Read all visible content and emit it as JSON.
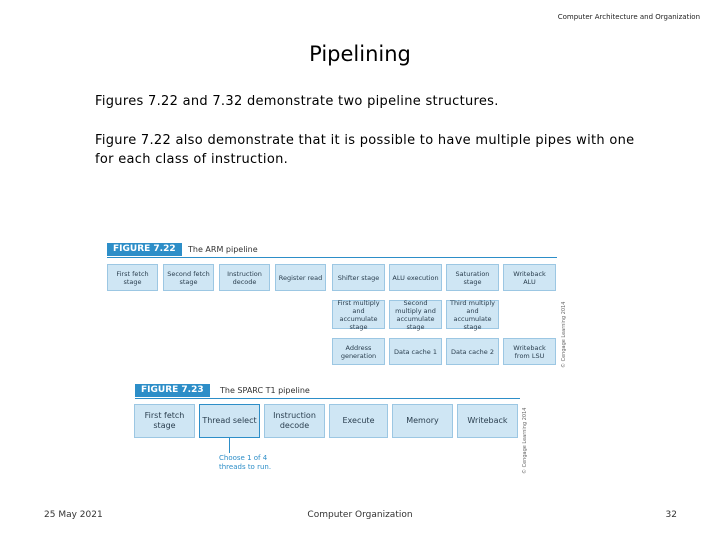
{
  "header": {
    "course": "Computer Architecture and Organization"
  },
  "slide": {
    "title": "Pipelining",
    "paragraph1": "Figures 7.22 and 7.32 demonstrate two pipeline structures.",
    "paragraph2": "Figure 7.22 also demonstrate that it is possible to have multiple pipes with one for each class of instruction."
  },
  "figure_722": {
    "tag": "FIGURE 7.22",
    "caption": "The ARM pipeline",
    "copyright": "© Cengage Learning 2014",
    "main_row": [
      "First fetch stage",
      "Second fetch stage",
      "Instruction decode",
      "Register read",
      "Shifter stage",
      "ALU execution",
      "Saturation stage",
      "Writeback ALU"
    ],
    "multiply_row": [
      "First multiply and accumulate stage",
      "Second multiply and accumulate stage",
      "Third multiply and accumulate stage"
    ],
    "load_store_row": [
      "Address generation",
      "Data cache 1",
      "Data cache 2",
      "Writeback from LSU"
    ]
  },
  "figure_723": {
    "tag": "FIGURE 7.23",
    "caption": "The SPARC T1 pipeline",
    "copyright": "© Cengage Learning 2014",
    "stages": [
      "First fetch stage",
      "Thread select",
      "Instruction decode",
      "Execute",
      "Memory",
      "Writeback"
    ],
    "note": "Choose 1 of 4 threads to run."
  },
  "footer": {
    "date": "25 May 2021",
    "center": "Computer Organization",
    "page": "32"
  }
}
